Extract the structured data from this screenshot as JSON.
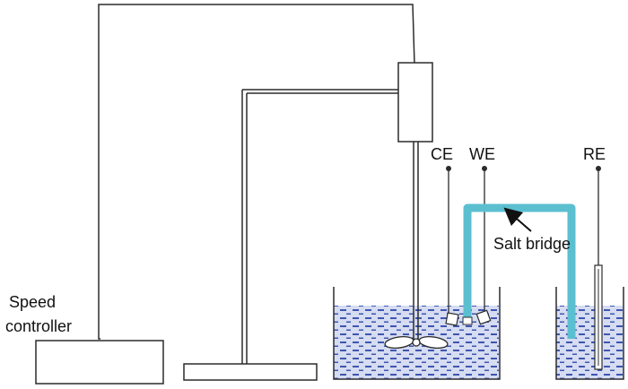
{
  "labels": {
    "speed_controller_line1": "Speed",
    "speed_controller_line2": "controller",
    "counter_electrode": "CE",
    "working_electrode": "WE",
    "reference_electrode": "RE",
    "salt_bridge": "Salt bridge"
  },
  "colors": {
    "line": "#2b2b2b",
    "salt_bridge": "#5bbfd0",
    "electrolyte": "#d6dcf2",
    "electrolyte_dash": "#3e56b0",
    "background": "#ffffff"
  }
}
